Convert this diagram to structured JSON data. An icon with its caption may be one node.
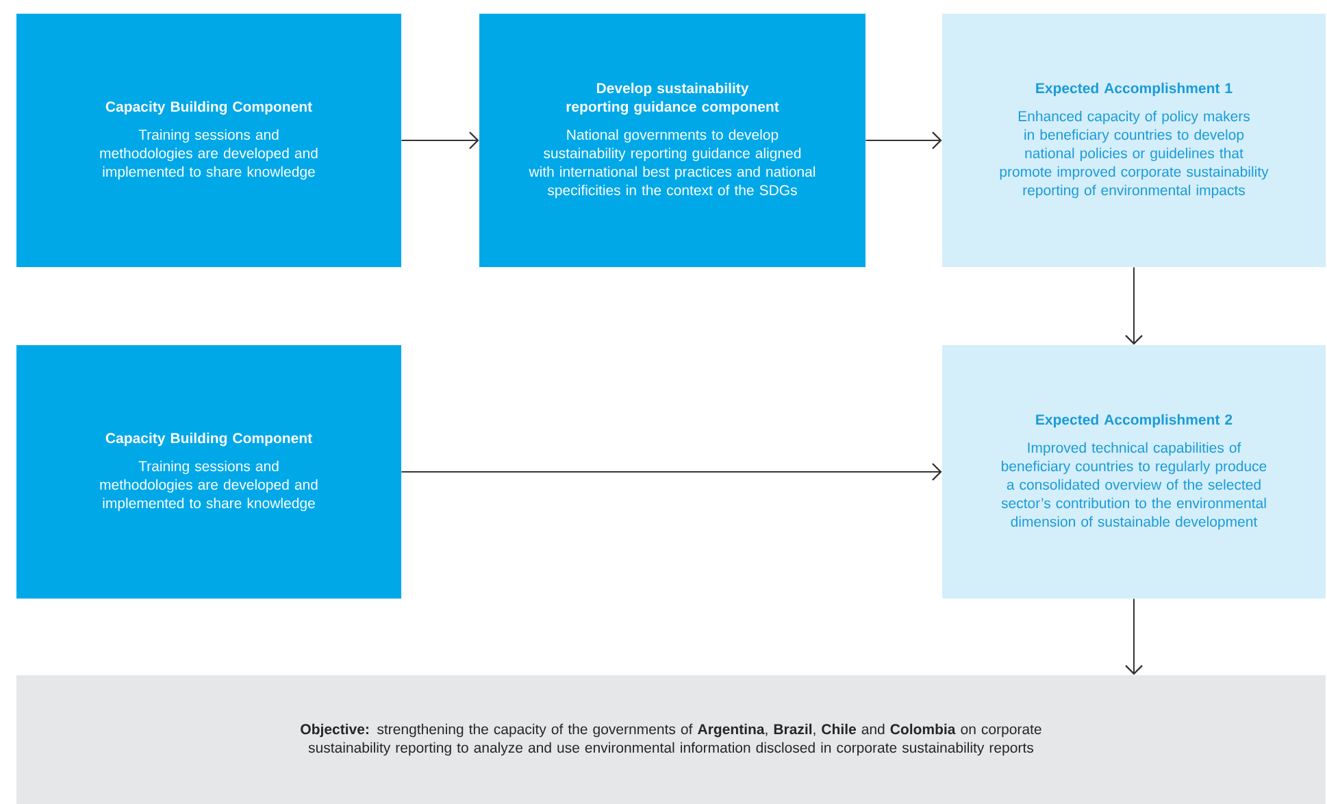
{
  "diagram": {
    "nodes": [
      {
        "text": [
          "Capacity Building Component",
          "Training sessions and methodologies are developed and implemented to share knowledge"
        ]
      },
      {
        "text": [
          "Develop sustainability reporting guidance component",
          "National governments to develop sustainability reporting guidance aligned with international best practices and national specificities in the context of the SDGs"
        ]
      },
      {
        "text": [
          "Expected Accomplishment 1",
          "Enhanced capacity of policy makers in beneficiary countries to develop national policies or guidelines that promote improved corporate sustainability reporting of environmental impacts"
        ]
      },
      {
        "text": [
          "Capacity Building Component",
          "Training sessions and methodologies are developed and implemented to share knowledge"
        ]
      },
      {
        "text": [
          "Expected Accomplishment 2",
          "Improved technical capabilities of beneficiary countries to regularly produce a consolidated overview of the selected sector’s contribution to the environmental dimension of sustainable development"
        ]
      },
      {
        "text": [
          "**Objective:** strengthening the capacity of the governments of **Argentina**, **Brazil**, **Chile** and **Colombia** on corporate sustainability reporting to analyze and use environmental information disclosed in corporate sustainability reports"
        ]
      }
    ],
    "edges": [
      {
        "from": 0,
        "to": 1,
        "arrow": "to"
      },
      {
        "from": 1,
        "to": 2,
        "arrow": "to"
      },
      {
        "from": 2,
        "to": 4,
        "arrow": "to"
      },
      {
        "from": 3,
        "to": 4,
        "arrow": "to"
      },
      {
        "from": 4,
        "to": 5,
        "arrow": "to"
      }
    ]
  }
}
